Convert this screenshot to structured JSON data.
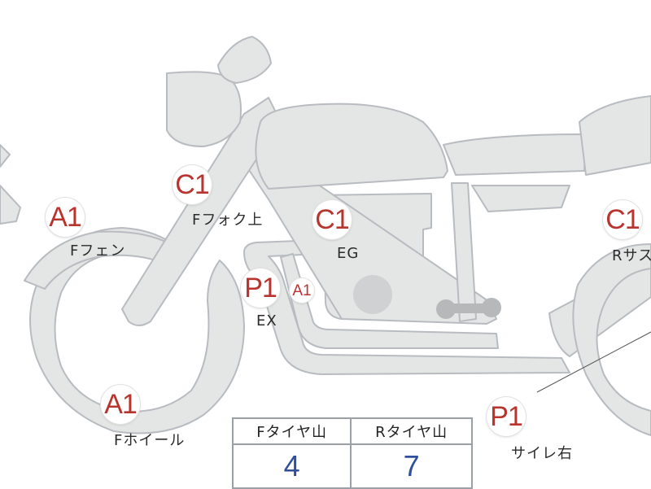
{
  "badges": [
    {
      "id": "a1-f-fender",
      "text": "A1"
    },
    {
      "id": "c1-f-fork",
      "text": "C1"
    },
    {
      "id": "c1-eg",
      "text": "C1"
    },
    {
      "id": "c1-r-sus",
      "text": "C1"
    },
    {
      "id": "p1-ex",
      "text": "P1"
    },
    {
      "id": "a1-ex-small",
      "text": "A1"
    },
    {
      "id": "a1-f-wheel",
      "text": "A1"
    },
    {
      "id": "p1-silencer",
      "text": "P1"
    }
  ],
  "labels": {
    "f_fender": "Fフェン",
    "f_fork_upper": "Fフォク上",
    "eg": "EG",
    "r_sus": "Rサス",
    "ex": "EX",
    "f_wheel": "Fホイール",
    "silencer_right": "サイレ右"
  },
  "tire_table": {
    "headers": [
      "Fタイヤ山",
      "Rタイヤ山"
    ],
    "values": [
      "4",
      "7"
    ]
  },
  "colors": {
    "bike_fill": "#e4e5e5",
    "bike_stroke": "#b8bcc0",
    "badge_text": "#b8342f",
    "table_value": "#2f4f9a"
  }
}
